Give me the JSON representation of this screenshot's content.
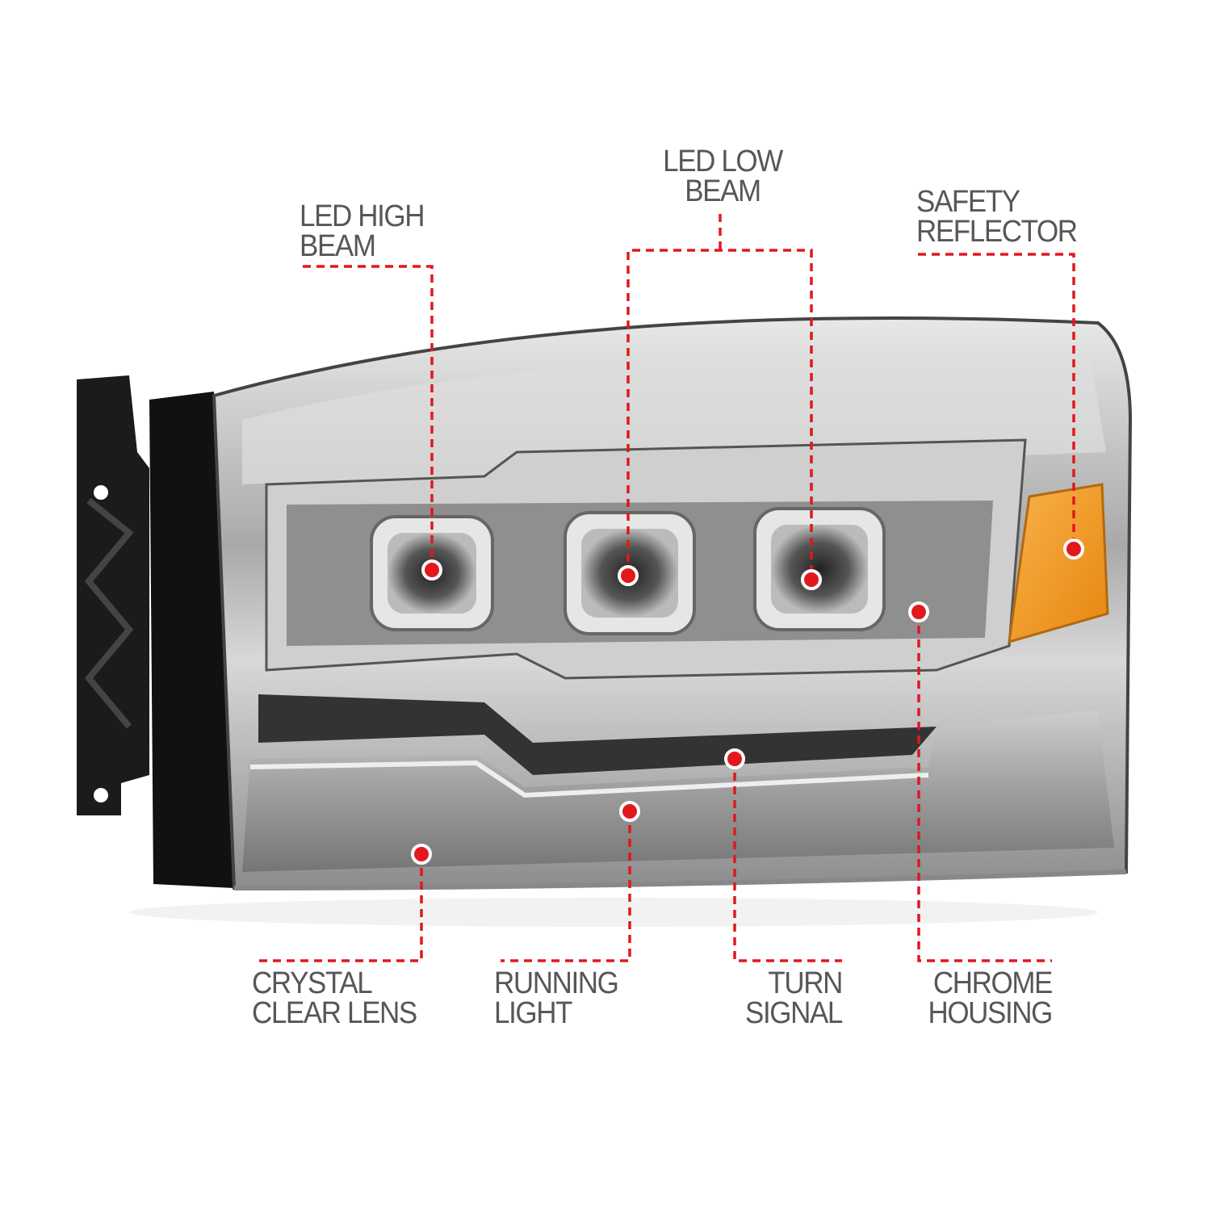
{
  "colors": {
    "callout": "#e3171e",
    "label": "#575757",
    "amber": "#f59a1b",
    "chrome": "#b8b8b8"
  },
  "callouts": {
    "high_beam": {
      "line1": "LED HIGH",
      "line2": "BEAM"
    },
    "low_beam": {
      "line1": "LED LOW",
      "line2": "BEAM"
    },
    "reflector": {
      "line1": "SAFETY",
      "line2": "REFLECTOR"
    },
    "lens": {
      "line1": "CRYSTAL",
      "line2": "CLEAR LENS"
    },
    "running": {
      "line1": "RUNNING",
      "line2": "LIGHT"
    },
    "turn": {
      "line1": "TURN",
      "line2": "SIGNAL"
    },
    "housing": {
      "line1": "CHROME",
      "line2": "HOUSING"
    }
  }
}
